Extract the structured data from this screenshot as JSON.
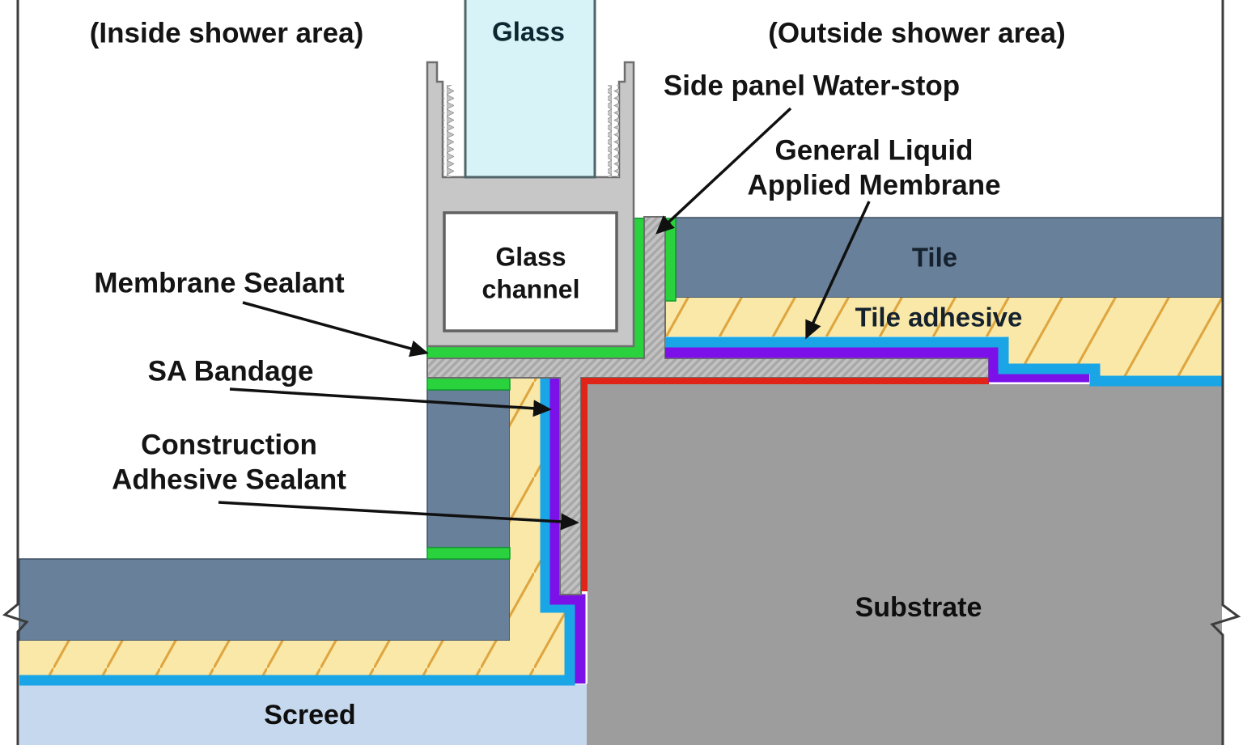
{
  "areas": {
    "inside_label": "(Inside shower area)",
    "outside_label": "(Outside shower area)"
  },
  "components": {
    "glass": "Glass",
    "glass_channel": "Glass\nchannel",
    "side_panel_water_stop": "Side panel Water-stop",
    "general_liquid_applied_membrane": "General Liquid\nApplied Membrane",
    "membrane_sealant": "Membrane Sealant",
    "sa_bandage": "SA Bandage",
    "construction_adhesive_sealant": "Construction\nAdhesive Sealant",
    "tile": "Tile",
    "tile_adhesive": "Tile adhesive",
    "substrate": "Substrate",
    "screed": "Screed"
  },
  "colors": {
    "glass": "#d8f3f7",
    "channel_aluminium": "#c7c7c7",
    "waterstop_aluminium_hatch": "#b9b9b9",
    "membrane_sealant_green": "#2ad33e",
    "liquid_membrane_cyan": "#19a5e6",
    "sa_bandage_purple": "#7c10e8",
    "construction_adhesive_red": "#e02417",
    "tile_bluegray": "#68809a",
    "tile_adhesive_yellow": "#f9e8a8",
    "tile_adhesive_hatch_line": "#dfa53e",
    "substrate_gray": "#9d9d9d",
    "screed_blue": "#c6d8ee",
    "outline_dark": "#3c3c3c"
  }
}
